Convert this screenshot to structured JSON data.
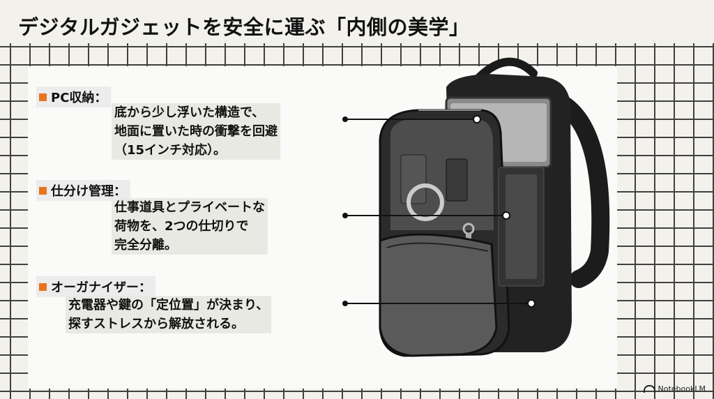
{
  "title": "デジタルガジェットを安全に運ぶ「内側の美学」",
  "sections": [
    {
      "heading": "PC収納：",
      "lines": [
        "底から少し浮いた構造で、",
        "地面に置いた時の衝撃を回避",
        "（15インチ対応）。"
      ]
    },
    {
      "heading": "仕分け管理：",
      "lines": [
        "仕事道具とプライベートな",
        "荷物を、2つの仕切りで",
        "完全分離。"
      ]
    },
    {
      "heading": "オーガナイザー：",
      "lines": [
        "充電器や鍵の「定位置」が決まり、",
        "探すストレスから解放される。"
      ]
    }
  ],
  "colors": {
    "accent": "#e8741e",
    "bag": "#1a1a1a"
  },
  "branding": {
    "label": "NotebookLM"
  }
}
